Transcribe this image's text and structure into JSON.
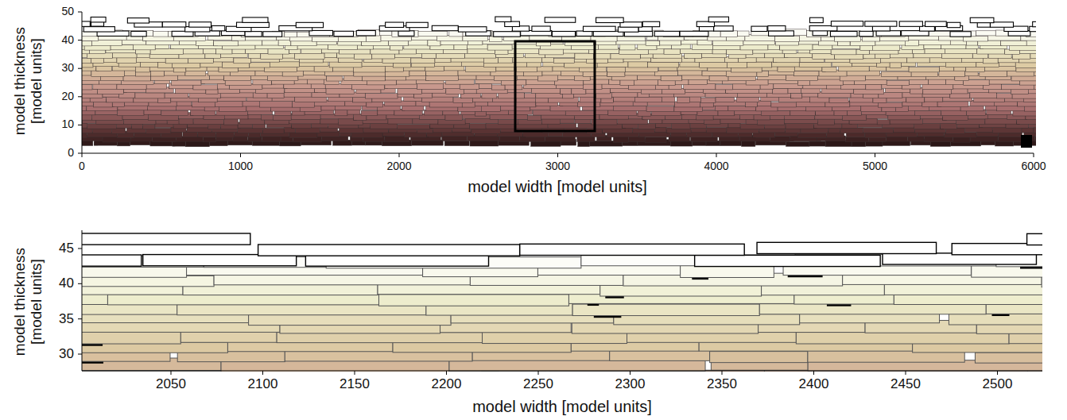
{
  "diagram": {
    "labels": [
      "model thickness [model units]",
      "50",
      "40",
      "30",
      "20",
      "10",
      "0",
      "0",
      "1000",
      "2000",
      "3000",
      "4000",
      "5000",
      "6000",
      "model width [model units]",
      "model thickness [model units]",
      "45",
      "40",
      "35",
      "30",
      "2050",
      "2100",
      "2150",
      "2200",
      "2250",
      "2300",
      "2350",
      "2400",
      "2450",
      "2500",
      "model width [model units]"
    ]
  }
}
